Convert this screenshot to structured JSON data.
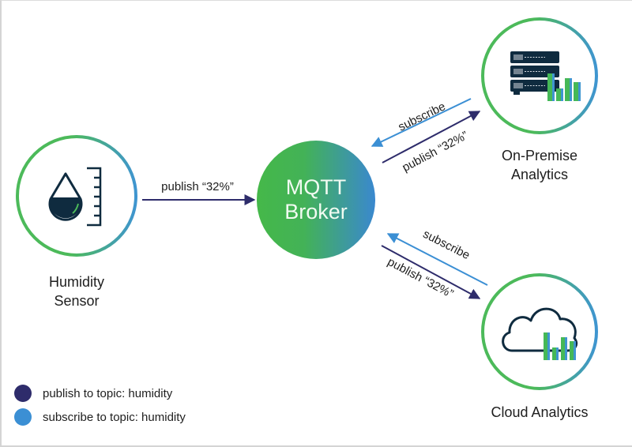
{
  "colors": {
    "publish": "#2e2c6b",
    "subscribe": "#3b8fd4",
    "ring_green": "#4cba5a",
    "ring_blue": "#3f95d0",
    "icon_dark": "#0f2b3f",
    "bar_green": "#45b857",
    "bar_blue": "#3f95d0"
  },
  "nodes": {
    "sensor": {
      "label_line1": "Humidity",
      "label_line2": "Sensor",
      "icon": "water-drop-gauge-icon"
    },
    "broker": {
      "label_line1": "MQTT",
      "label_line2": "Broker"
    },
    "on_premise": {
      "label_line1": "On-Premise",
      "label_line2": "Analytics",
      "icon": "server-analytics-icon"
    },
    "cloud": {
      "label": "Cloud Analytics",
      "icon": "cloud-analytics-icon"
    }
  },
  "edges": {
    "sensor_to_broker": {
      "label": "publish “32%”",
      "type": "publish"
    },
    "broker_to_onprem_publish": {
      "label": "publish “32%”",
      "type": "publish"
    },
    "onprem_to_broker_subscribe": {
      "label": "subscribe",
      "type": "subscribe"
    },
    "broker_to_cloud_publish": {
      "label": "publish “32%”",
      "type": "publish"
    },
    "cloud_to_broker_subscribe": {
      "label": "subscribe",
      "type": "subscribe"
    }
  },
  "legend": [
    {
      "label": "publish to topic: humidity",
      "type": "publish"
    },
    {
      "label": "subscribe to topic: humidity",
      "type": "subscribe"
    }
  ]
}
